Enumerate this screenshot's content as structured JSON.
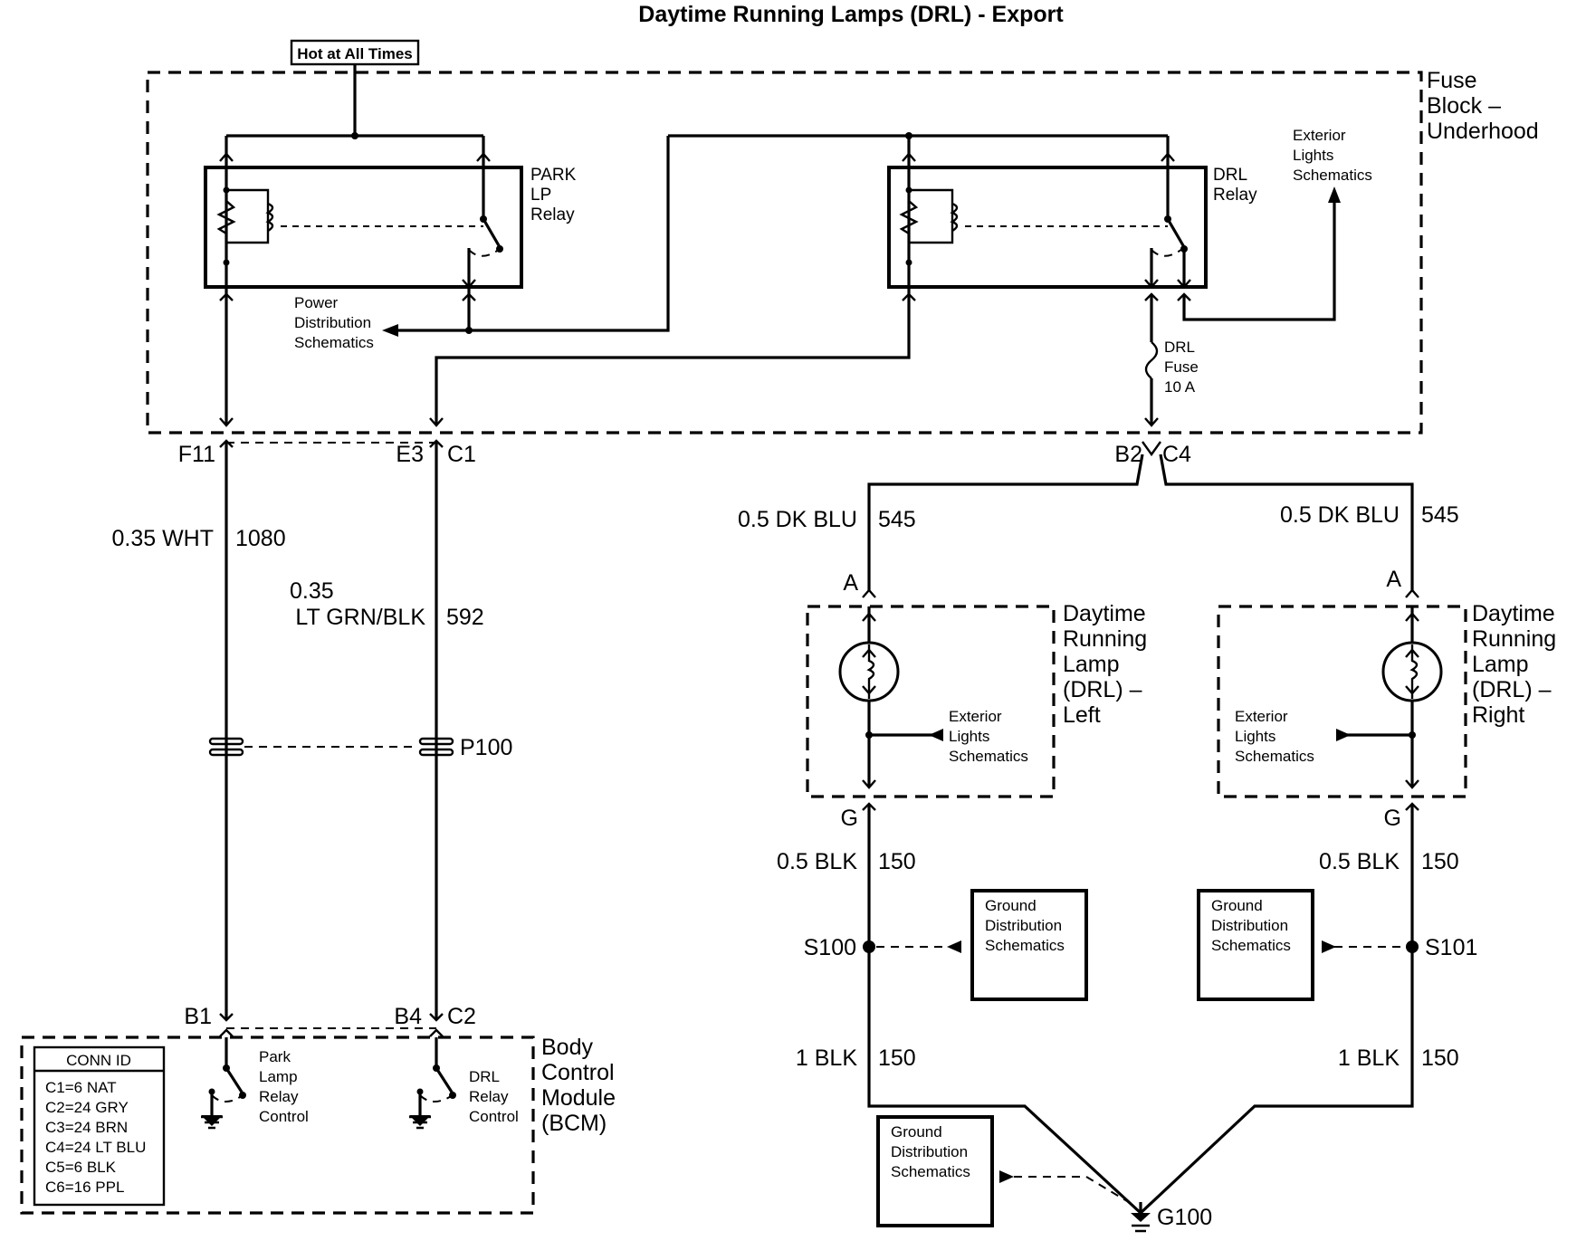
{
  "title": "Daytime Running Lamps (DRL) - Export",
  "hot_label": "Hot at All Times",
  "fuse_block": [
    "Fuse",
    "Block –",
    "Underhood"
  ],
  "park_relay": [
    "PARK",
    "LP",
    "Relay"
  ],
  "drl_relay": [
    "DRL",
    "Relay"
  ],
  "ext_lights_top": [
    "Exterior",
    "Lights",
    "Schematics"
  ],
  "power_dist": [
    "Power",
    "Distribution",
    "Schematics"
  ],
  "drl_fuse": [
    "DRL",
    "Fuse",
    "10 A"
  ],
  "connectors": {
    "f11": "F11",
    "e3": "E3",
    "c1": "C1",
    "b2": "B2",
    "c4": "C4",
    "b1": "B1",
    "b4": "B4",
    "c2": "C2",
    "a": "A",
    "g": "G",
    "p100": "P100",
    "s100": "S100",
    "s101": "S101",
    "g100": "G100"
  },
  "wires": {
    "wht_size": "0.35 WHT",
    "wht_circuit": "1080",
    "grn_size": [
      "0.35",
      "LT GRN/BLK"
    ],
    "grn_circuit": "592",
    "dkblu_size": "0.5 DK BLU",
    "dkblu_circuit": "545",
    "blk_size": "0.5 BLK",
    "blk_circuit": "150",
    "blk1_size": "1 BLK",
    "blk1_circuit": "150"
  },
  "drl_left": [
    "Daytime",
    "Running",
    "Lamp",
    "(DRL) –",
    "Left"
  ],
  "drl_right": [
    "Daytime",
    "Running",
    "Lamp",
    "(DRL) –",
    "Right"
  ],
  "ext_lights": [
    "Exterior",
    "Lights",
    "Schematics"
  ],
  "ground_dist": [
    "Ground",
    "Distribution",
    "Schematics"
  ],
  "bcm": [
    "Body",
    "Control",
    "Module",
    "(BCM)"
  ],
  "park_lamp_ctrl": [
    "Park",
    "Lamp",
    "Relay",
    "Control"
  ],
  "drl_relay_ctrl": [
    "DRL",
    "Relay",
    "Control"
  ],
  "conn_id": {
    "title": "CONN ID",
    "rows": [
      "C1=6 NAT",
      "C2=24 GRY",
      "C3=24 BRN",
      "C4=24 LT BLU",
      "C5=6 BLK",
      "C6=16 PPL"
    ]
  }
}
